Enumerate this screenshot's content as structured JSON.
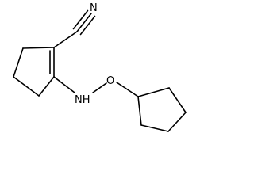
{
  "molecule": {
    "atoms": {
      "nitrile_n": "N",
      "amine": "NH",
      "oxygen": "O"
    }
  }
}
